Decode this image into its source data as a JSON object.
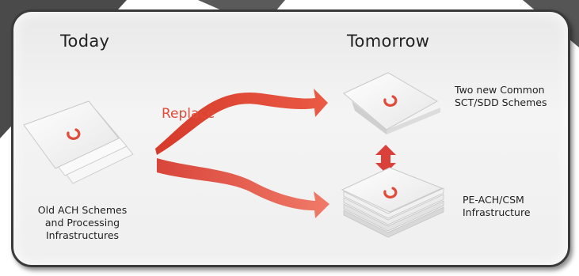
{
  "headers": {
    "left": "Today",
    "right": "Tomorrow"
  },
  "arrow_label": "Replace",
  "labels": {
    "old_schemes": [
      "Old ACH Schemes",
      "and Processing",
      "Infrastructures"
    ],
    "new_schemes": [
      "Two new Common",
      "SCT/SDD Schemes"
    ],
    "infrastructure": [
      "PE-ACH/CSM",
      "Infrastructure"
    ]
  },
  "colors": {
    "accent_red": "#e04b3a",
    "frame": "#3a3a3a"
  }
}
